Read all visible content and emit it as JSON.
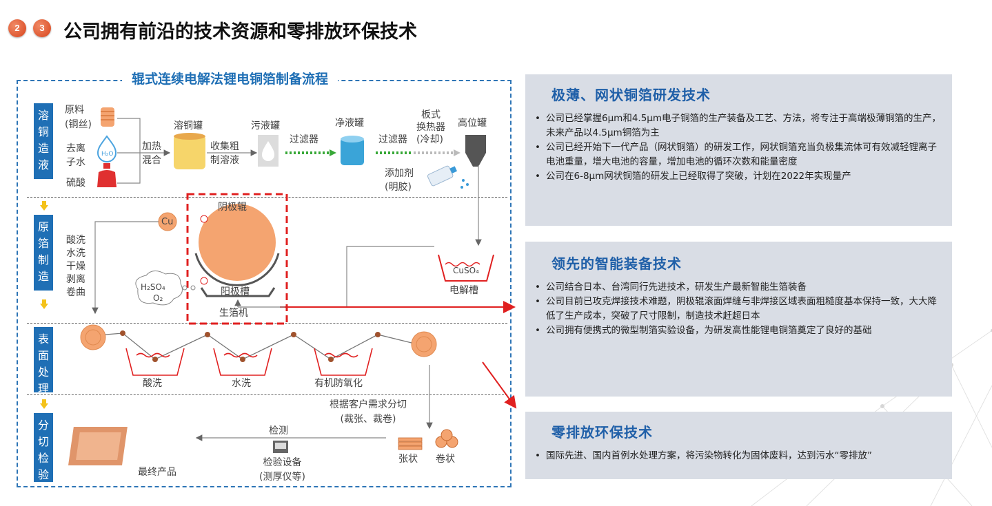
{
  "header": {
    "badge_1": "2",
    "badge_2": "3",
    "title": "公司拥有前沿的技术资源和零排放环保技术"
  },
  "diagram": {
    "title": "辊式连续电解法锂电铜箔制备流程",
    "stages": [
      "溶铜造液",
      "原箔制造",
      "表面处理",
      "分切检验"
    ],
    "labels": {
      "raw_material": "原料\n(铜丝)",
      "deionized_water": "去离\n子水",
      "sulfuric_acid": "硫酸",
      "heat_mix": "加热\n混合",
      "dissolving_tank": "溶铜罐",
      "collect_solution": "收集粗\n制溶液",
      "waste_tank": "污液罐",
      "filter_1": "过滤器",
      "clean_tank": "净液罐",
      "filter_2": "过滤器",
      "plate_heat_exchanger": "板式\n换热器",
      "cooling": "(冷却)",
      "high_tank": "高位罐",
      "additive": "添加剂\n(明胶)",
      "cu": "Cu",
      "cathode_roller": "阴极辊",
      "anode_tank": "阳极槽",
      "foil_machine": "生箔机",
      "acid_steps": "酸洗\n水洗\n干燥\n剥离\n卷曲",
      "h2so4": "H₂SO₄",
      "o2": "O₂",
      "cuso4": "CuSO₄",
      "electrolytic_tank": "电解槽",
      "pickling": "酸洗",
      "water_wash": "水洗",
      "antioxidation": "有机防氧化",
      "cut_to_order": "根据客户需求分切\n(裁张、裁卷)",
      "inspection": "检测",
      "inspection_equipment": "检验设备\n(测厚仪等)",
      "final_product": "最终产品",
      "sheet": "张状",
      "roll": "卷状"
    }
  },
  "panels": [
    {
      "title": "极薄、网状铜箔研发技术",
      "items": [
        "公司已经掌握6μm和4.5μm电子铜箔的生产装备及工艺、方法，将专注于高端极薄铜箔的生产，未来产品以4.5μm铜箔为主",
        "公司已经开始下一代产品（网状铜箔）的研发工作，网状铜箔充当负极集流体可有效减轻锂离子电池重量，增大电池的容量，增加电池的循环次数和能量密度",
        "公司在6-8μm网状铜箔的研发上已经取得了突破，计划在2022年实现量产"
      ]
    },
    {
      "title": "领先的智能装备技术",
      "items": [
        "公司结合日本、台湾同行先进技术，研发生产最新智能生箔装备",
        "公司目前已攻克焊接技术难题，阴极辊滚面焊缝与非焊接区域表面粗糙度基本保持一致，大大降低了生产成本，突破了尺寸限制，制造技术赶超日本",
        "公司拥有便携式的微型制箔实验设备，为研发高性能锂电铜箔奠定了良好的基础"
      ]
    },
    {
      "title": "零排放环保技术",
      "items": [
        "国际先进、国内首例水处理方案，将污染物转化为固体废料，达到污水“零排放”"
      ]
    }
  ],
  "colors": {
    "blue": "#1f6fb5",
    "red": "#e02020",
    "copper": "#f4a470",
    "panel_bg": "#d9dde5"
  }
}
